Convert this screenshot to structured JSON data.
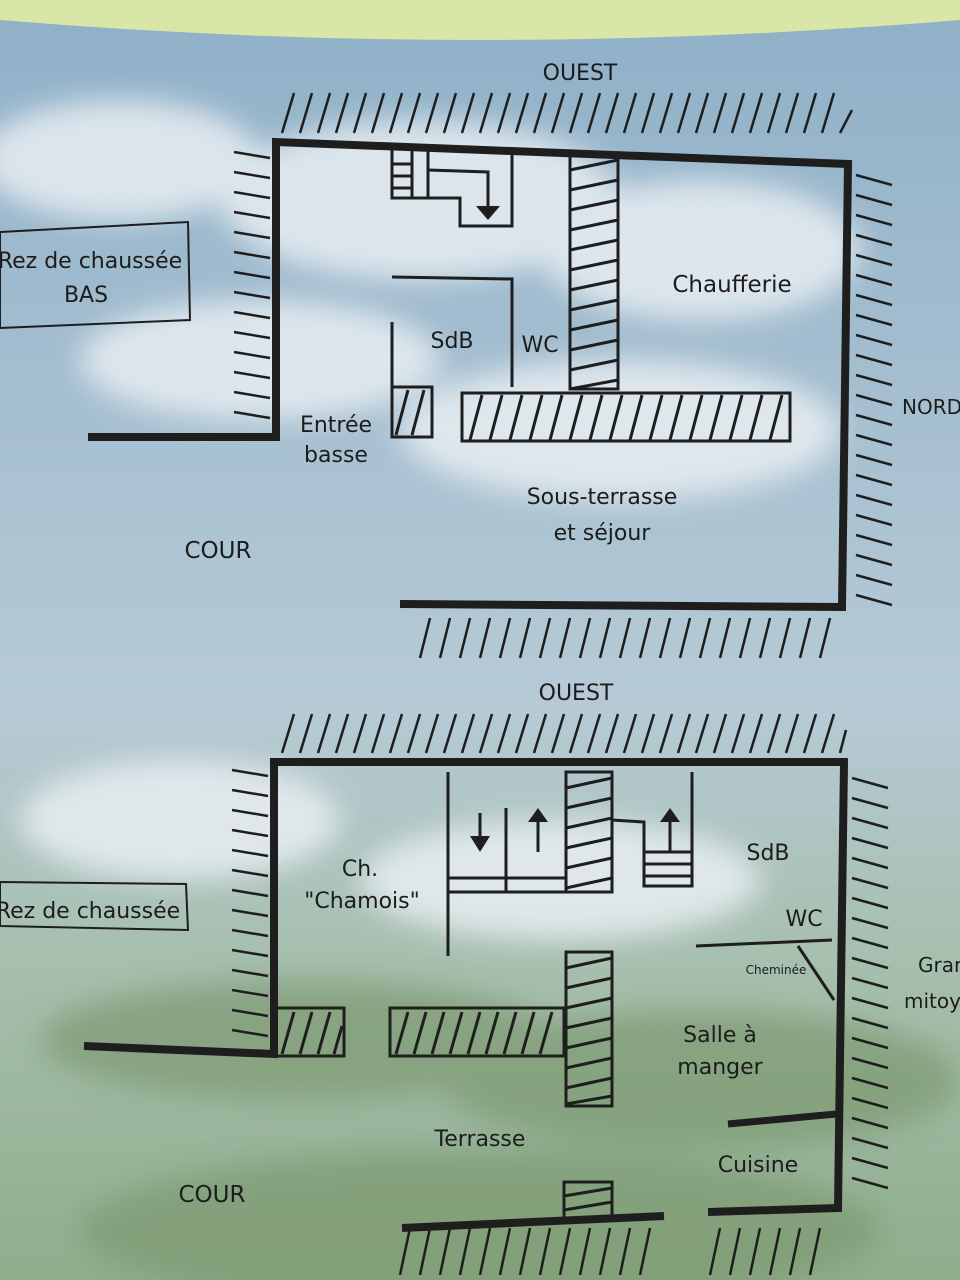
{
  "plans": [
    {
      "level_label_line1": "Rez de chaussée",
      "level_label_line2": "BAS",
      "orientation_top": "OUEST",
      "orientation_right": "NORD",
      "courtyard": "COUR",
      "rooms": {
        "sdb": "SdB",
        "wc": "WC",
        "chaufferie": "Chaufferie",
        "entree_line1": "Entrée",
        "entree_line2": "basse",
        "sejour_line1": "Sous-terrasse",
        "sejour_line2": "et séjour"
      }
    },
    {
      "level_label": "Rez de chaussée",
      "orientation_top": "OUEST",
      "neighbor_line1": "Gran",
      "neighbor_line2": "mitoye",
      "courtyard": "COUR",
      "rooms": {
        "chamois_line1": "Ch.",
        "chamois_line2": "\"Chamois\"",
        "sdb": "SdB",
        "wc": "WC",
        "cheminee": "Cheminée",
        "salle_line1": "Salle à",
        "salle_line2": "manger",
        "terrasse": "Terrasse",
        "cuisine": "Cuisine"
      }
    }
  ],
  "colors": {
    "wall": "#1e1e1e",
    "sky": "#a9c4d8",
    "grass": "#9bb884",
    "cloud": "#e6edf1"
  }
}
